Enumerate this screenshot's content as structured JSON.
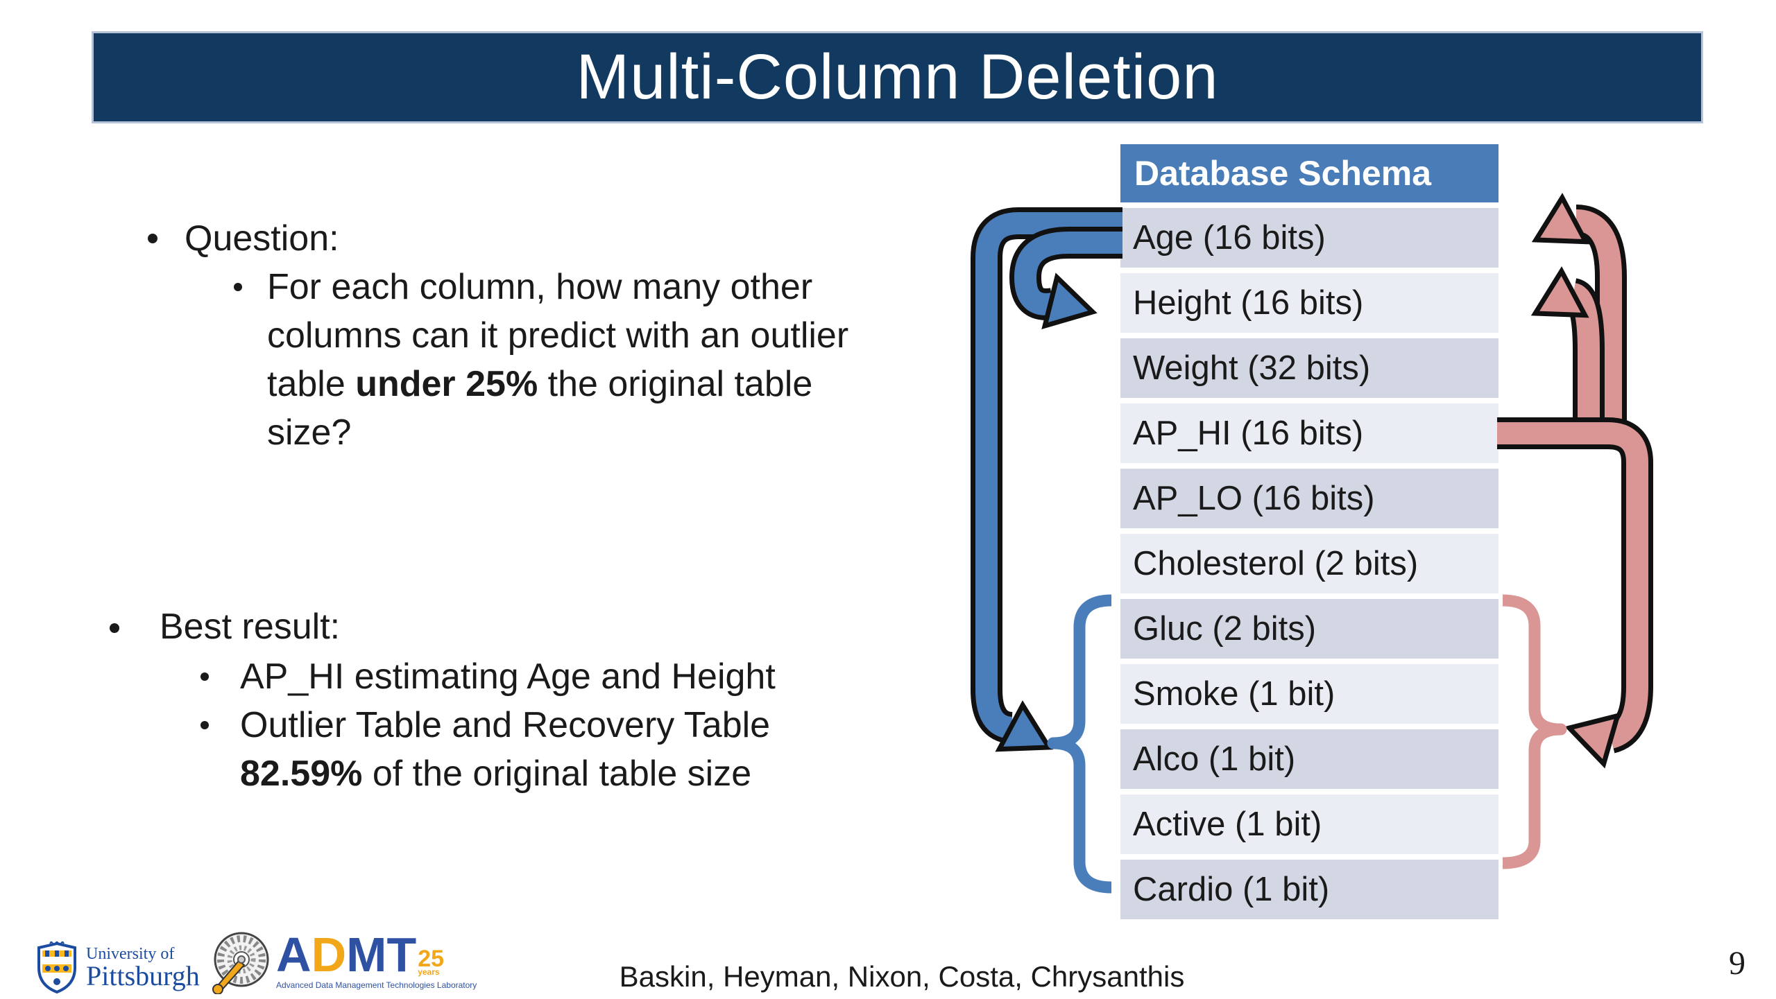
{
  "title_bar": {
    "title": "Multi-Column Deletion"
  },
  "question_section": {
    "heading": "Question:",
    "line1": "For each column, how many other",
    "line2": "columns can it predict with an outlier",
    "line3_pre": "table ",
    "line3_bold": "under 25%",
    "line3_post": " the original table",
    "line4": "size?"
  },
  "best_result_section": {
    "heading": "Best result:",
    "item1": "AP_HI estimating Age and Height",
    "item2_line1": "Outlier Table and Recovery Table",
    "item2_line2_bold": "82.59%",
    "item2_line2_post": " of the original table size"
  },
  "schema_table": {
    "header": "Database Schema",
    "rows": [
      "Age (16 bits)",
      "Height (16 bits)",
      "Weight (32 bits)",
      "AP_HI (16 bits)",
      "AP_LO (16 bits)",
      "Cholesterol (2 bits)",
      "Gluc (2 bits)",
      "Smoke (1 bit)",
      "Alco (1 bit)",
      "Active (1 bit)",
      "Cardio (1 bit)"
    ]
  },
  "diagram": {
    "blue_arrow_color": "#4a7ebb",
    "pink_arrow_color": "#d99694",
    "blue_arrows": [
      "Age to Gluc-Cardio group",
      "Age to Height"
    ],
    "pink_arrows": [
      "AP_HI to Age",
      "AP_HI to Height",
      "AP_HI to Gluc-Active group"
    ]
  },
  "footer": {
    "pitt_logo": {
      "line1": "University of",
      "line2": "Pittsburgh"
    },
    "admt_logo": {
      "a": "A",
      "d": "D",
      "m": "M",
      "t": "T",
      "years_number": "25",
      "years_label": "years",
      "tagline": "Advanced Data Management Technologies Laboratory"
    },
    "authors": "Baskin, Heyman, Nixon, Costa, Chrysanthis",
    "page_number": "9"
  },
  "colors": {
    "title_bar_bg": "#12395f",
    "table_header_bg": "#4a7db8",
    "row_band_dark": "#d2d7e3",
    "row_band_light": "#eaedf3",
    "blue_accent": "#4a7ebb",
    "pink_accent": "#d99694",
    "pitt_blue": "#1c4ca0",
    "pitt_gold": "#ffb81c",
    "admt_blue": "#2f51a3",
    "admt_gold": "#f2a71b"
  }
}
